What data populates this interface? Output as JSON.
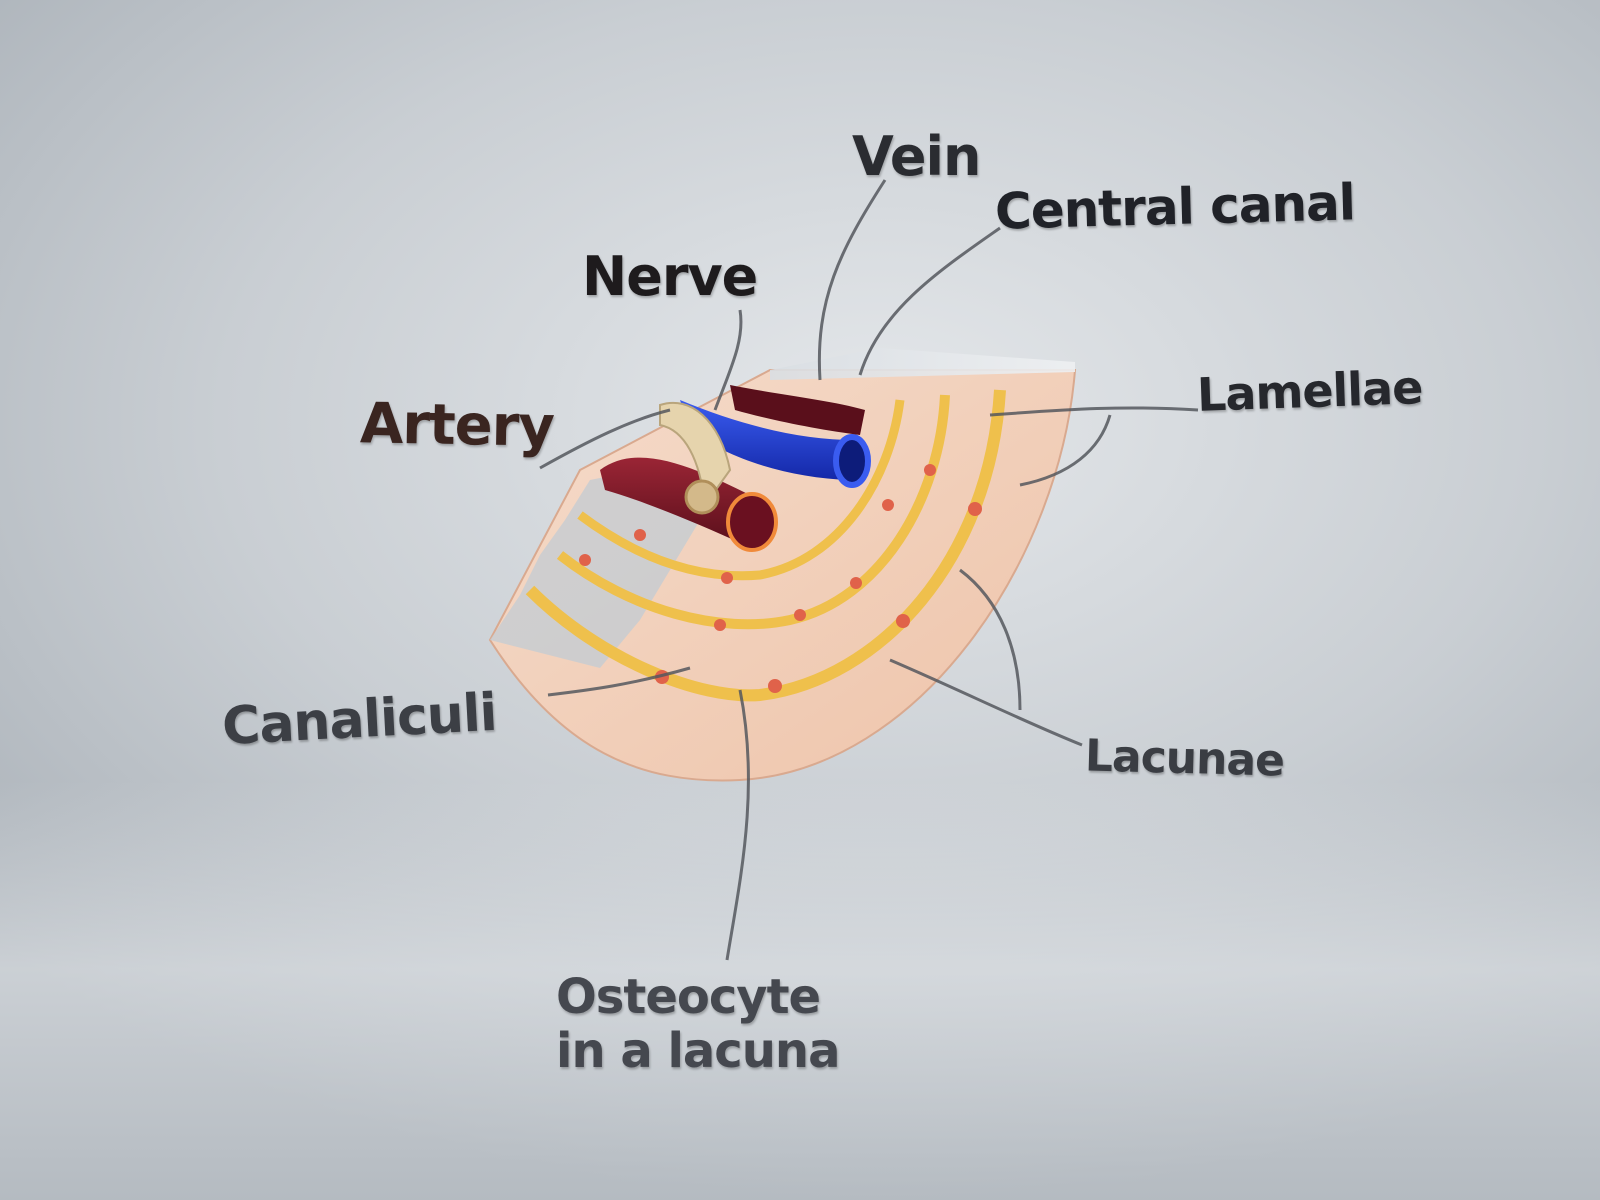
{
  "labels": {
    "vein": "Vein",
    "central_canal": "Central canal",
    "nerve": "Nerve",
    "artery": "Artery",
    "lamellae": "Lamellae",
    "canaliculi": "Canaliculi",
    "lacunae": "Lacunae",
    "osteocyte_line1": "Osteocyte",
    "osteocyte_line2": "in a lacuna"
  },
  "colors": {
    "bone": "#f2d2bd",
    "lamella_band": "#f0c24e",
    "lacuna": "#e0624a",
    "vein": "#1f3fd6",
    "artery": "#7a1626",
    "nerve": "#e6d4ad",
    "leader": "#55585e"
  }
}
